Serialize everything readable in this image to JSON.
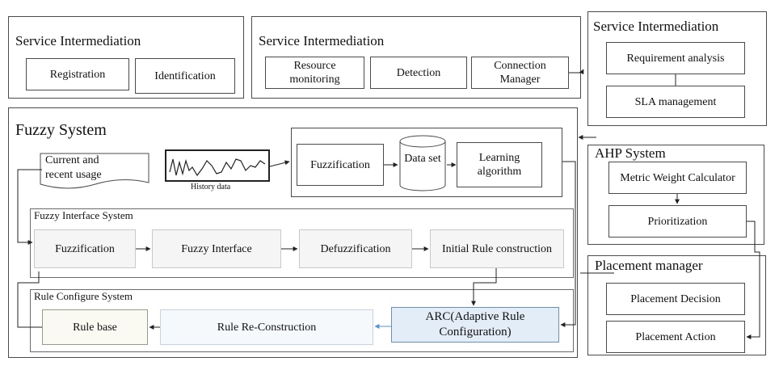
{
  "service_intermediation_1": {
    "title": "Service Intermediation",
    "items": [
      "Registration",
      "Identification"
    ]
  },
  "service_intermediation_2": {
    "title": "Service Intermediation",
    "items": [
      "Resource monitoring",
      "Detection",
      "Connection Manager"
    ]
  },
  "service_intermediation_3": {
    "title": "Service Intermediation",
    "items": [
      "Requirement analysis",
      "SLA management"
    ]
  },
  "fuzzy_system": {
    "title": "Fuzzy System",
    "current_usage": "Current and recent usage",
    "history_label": "History data",
    "learning_chain": [
      "Fuzzification",
      "Data set",
      "Learning algorithm"
    ]
  },
  "fuzzy_interface_system": {
    "title": "Fuzzy Interface System",
    "items": [
      "Fuzzification",
      "Fuzzy Interface",
      "Defuzzification",
      "Initial Rule construction"
    ]
  },
  "rule_configure_system": {
    "title": "Rule Configure System",
    "rule_base": "Rule base",
    "reconstruction": "Rule Re-Construction",
    "arc": "ARC(Adaptive Rule Configuration)"
  },
  "ahp_system": {
    "title": "AHP System",
    "items": [
      "Metric Weight Calculator",
      "Prioritization"
    ]
  },
  "placement_manager": {
    "title": "Placement manager",
    "items": [
      "Placement Decision",
      "Placement Action"
    ]
  }
}
